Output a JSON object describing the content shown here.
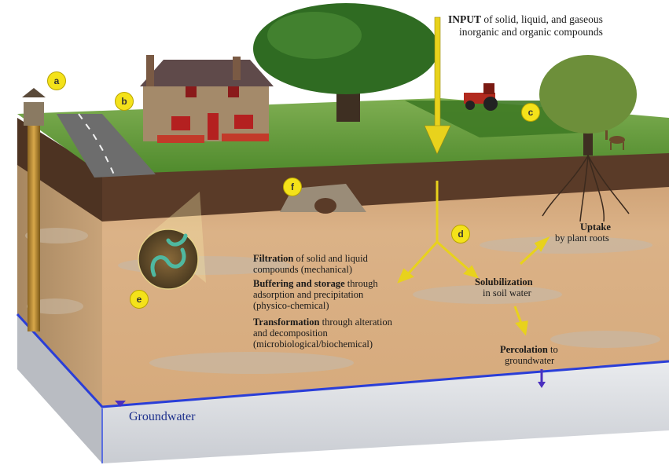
{
  "input": {
    "title": "INPUT",
    "rest_line1": " of solid, liquid, and gaseous",
    "line2": "inorganic and organic compounds"
  },
  "labels": [
    "a",
    "b",
    "c",
    "d",
    "e",
    "f"
  ],
  "filtration": {
    "bold": "Filtration",
    "rest": " of solid and liquid",
    "line2": "compounds (mechanical)"
  },
  "buffering": {
    "bold": "Buffering and storage",
    "rest": " through",
    "line2": "adsorption and precipitation",
    "line3": "(physico-chemical)"
  },
  "transformation": {
    "bold": "Transformation",
    "rest": " through alteration",
    "line2": "and decomposition",
    "line3": "(microbiological/biochemical)"
  },
  "solubilization": {
    "bold": "Solubilization",
    "line2": "in soil water"
  },
  "uptake": {
    "bold": "Uptake",
    "line2": "by plant roots"
  },
  "percolation": {
    "bold": "Percolation",
    "rest": " to",
    "line2": "groundwater"
  },
  "groundwater": "Groundwater",
  "colors": {
    "arrow": "#e8d21c",
    "water_line": "#2a3ed8",
    "soil": "#d7ae82",
    "grass": "#5e9a3a"
  }
}
